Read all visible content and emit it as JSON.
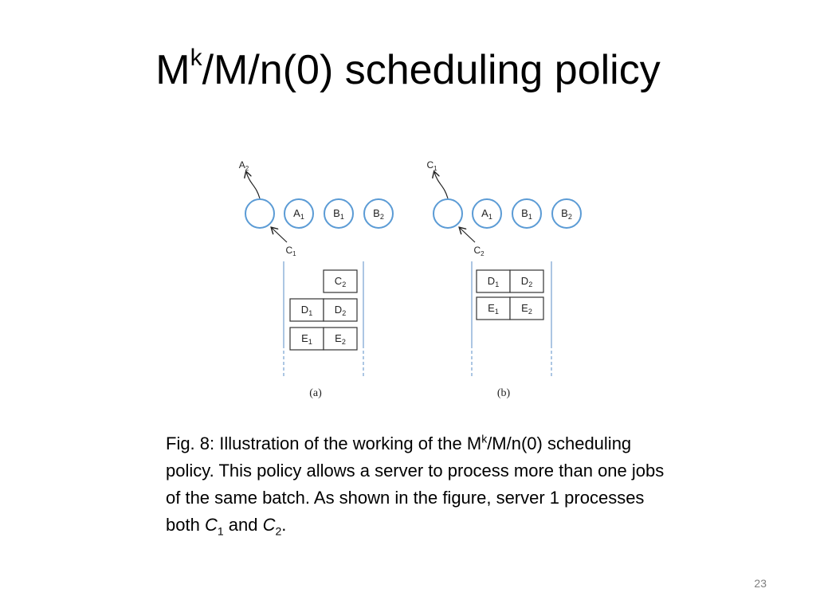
{
  "slide": {
    "title": {
      "main": "M",
      "sup": "k",
      "rest": "/M/n(0) scheduling policy"
    },
    "page_number": "23"
  },
  "diagram": {
    "panels": [
      {
        "id": "a",
        "caption": "(a)",
        "arrow_out_label": {
          "main": "A",
          "sub": "2"
        },
        "arrow_in_label": {
          "main": "C",
          "sub": "1"
        },
        "queue": [
          {
            "main": "A",
            "sub": "1"
          },
          {
            "main": "B",
            "sub": "1"
          },
          {
            "main": "B",
            "sub": "2"
          }
        ],
        "server_rows": [
          [
            {
              "main": "C",
              "sub": "2"
            }
          ],
          [
            {
              "main": "D",
              "sub": "1"
            },
            {
              "main": "D",
              "sub": "2"
            }
          ],
          [
            {
              "main": "E",
              "sub": "1"
            },
            {
              "main": "E",
              "sub": "2"
            }
          ]
        ]
      },
      {
        "id": "b",
        "caption": "(b)",
        "arrow_out_label": {
          "main": "C",
          "sub": "1"
        },
        "arrow_in_label": {
          "main": "C",
          "sub": "2"
        },
        "queue": [
          {
            "main": "A",
            "sub": "1"
          },
          {
            "main": "B",
            "sub": "1"
          },
          {
            "main": "B",
            "sub": "2"
          }
        ],
        "server_rows": [
          [
            {
              "main": "D",
              "sub": "1"
            },
            {
              "main": "D",
              "sub": "2"
            }
          ],
          [
            {
              "main": "E",
              "sub": "1"
            },
            {
              "main": "E",
              "sub": "2"
            }
          ]
        ]
      }
    ],
    "colors": {
      "circle_stroke": "#5b9bd5",
      "box_stroke": "#333333",
      "wall_stroke": "#7fa7d4"
    }
  },
  "caption": {
    "part1": "Fig. 8: Illustration of the working of the M",
    "sup": "k",
    "part2": "/M/n(0) scheduling policy. This policy allows a server to process more than one jobs of the same batch. As shown in the figure, server 1 processes both ",
    "var1": "C",
    "var1_sub": "1",
    "and": " and ",
    "var2": "C",
    "var2_sub": "2",
    "end": "."
  }
}
